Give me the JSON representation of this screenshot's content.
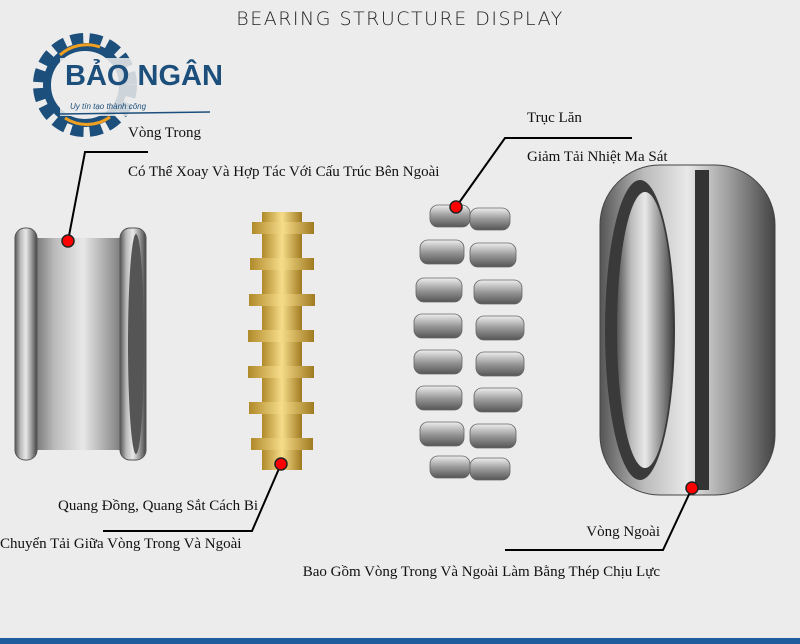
{
  "title": "BEARING STRUCTURE DISPLAY",
  "logo": {
    "name": "BẢO NGÂN",
    "tagline": "Uy tín tạo thành công",
    "color": "#1d4f7c",
    "accent": "#f0a020"
  },
  "callouts": {
    "inner_ring": {
      "name": "Vòng Trong",
      "desc": "Có Thể Xoay Và Hợp Tác Với Cấu Trúc Bên Ngoài"
    },
    "rollers": {
      "name": "Trục Lăn",
      "desc": "Giảm Tải Nhiệt Ma Sát"
    },
    "cage": {
      "name": "Quang Đồng, Quang Sắt Cách Bi",
      "desc": "Chuyển Tải Giữa Vòng Trong Và Ngoài"
    },
    "outer_ring": {
      "name": "Vòng Ngoài",
      "desc": "Bao Gồm Vòng Trong Và Ngoài Làm Bằng Thép Chịu Lực"
    }
  },
  "colors": {
    "marker": "#ff0000",
    "steel": "#8a8a8a",
    "brass": "#d9b24a"
  }
}
